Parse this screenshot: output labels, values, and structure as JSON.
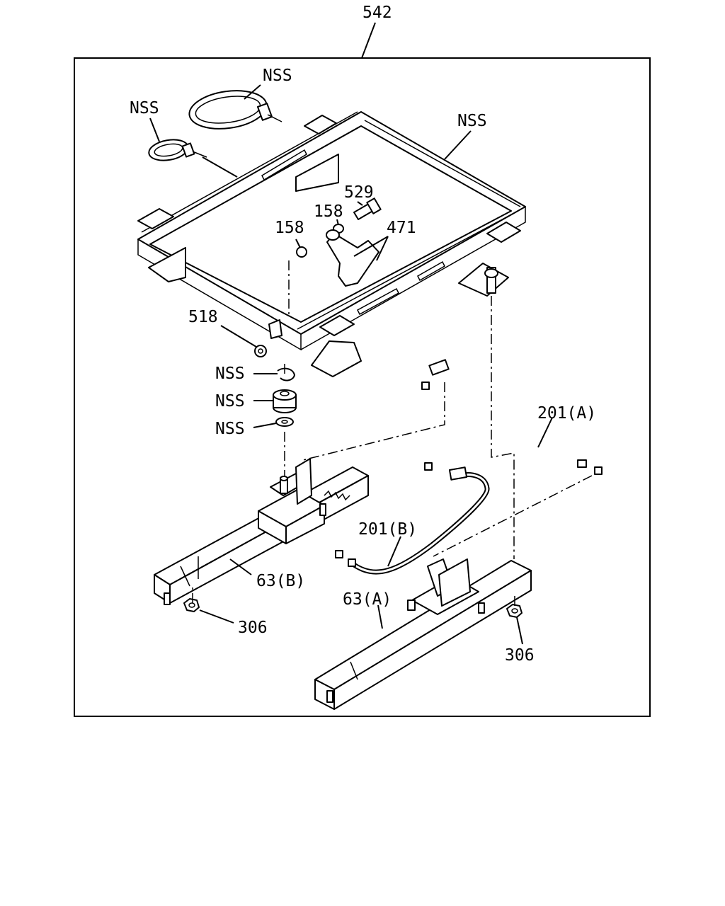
{
  "diagram": {
    "assembly_number": "542",
    "callouts": {
      "nss_tie_top": "NSS",
      "nss_tie_left": "NSS",
      "nss_frame": "NSS",
      "p529": "529",
      "p158_upper": "158",
      "p158_lower": "158",
      "p471": "471",
      "p518": "518",
      "nss_clip": "NSS",
      "nss_grommet": "NSS",
      "nss_washer": "NSS",
      "p201a": "201(A)",
      "p201b": "201(B)",
      "p63b": "63(B)",
      "p63a": "63(A)",
      "p306_left": "306",
      "p306_right": "306"
    }
  }
}
